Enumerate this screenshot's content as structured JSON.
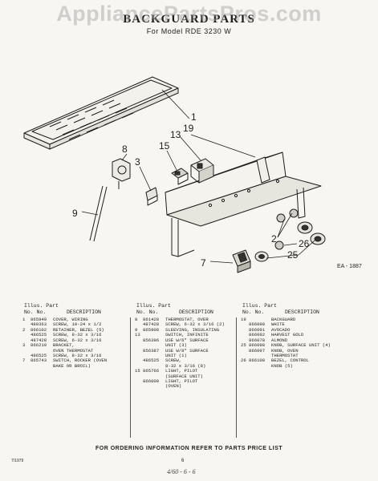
{
  "header": {
    "watermark": "AppliancePartsPros.com",
    "title": "BACKGUARD PARTS",
    "model_line": "For Model RDE 3230 W"
  },
  "diagram": {
    "callouts": [
      "1",
      "19",
      "13",
      "15",
      "8",
      "3",
      "9",
      "2",
      "26",
      "25",
      "7"
    ],
    "drawing_code": "EA - 1887"
  },
  "parts_list": {
    "columns": [
      {
        "header_top": "Illus. Part",
        "header_no": "No.  No.",
        "header_desc": "DESCRIPTION",
        "rows": [
          [
            "1",
            "865949",
            "COVER, WIRING"
          ],
          [
            "",
            "489363",
            "SCREW, 10-24 x 1/2"
          ],
          [
            "2",
            "866102",
            "RETAINER, BEZEL (5)"
          ],
          [
            "",
            "486525",
            "SCREW, 8-32 x 3/16"
          ],
          [
            "",
            "487428",
            "SCREW, 6-32 x 3/16"
          ],
          [
            "3",
            "866219",
            "BRACKET,"
          ],
          [
            "",
            "",
            "OVEN THERMOSTAT"
          ],
          [
            "",
            "486525",
            "SCREW, 8-32 x 3/16"
          ],
          [
            "7",
            "865743",
            "SWITCH, ROCKER (OVEN"
          ],
          [
            "",
            "",
            "BAKE OR BROIL)"
          ]
        ]
      },
      {
        "header_top": "Illus. Part",
        "header_no": "No.  No.",
        "header_desc": "DESCRIPTION",
        "rows": [
          [
            "8",
            "861428",
            "THERMOSTAT, OVER"
          ],
          [
            "",
            "487428",
            "SCREW, 6-32 x 3/16 (2)"
          ],
          [
            "9",
            "865908",
            "SLEEVING, INSULATING"
          ],
          [
            "13",
            "",
            "SWITCH, INFINITE"
          ],
          [
            "",
            "856396",
            "USE W/6\" SURFACE"
          ],
          [
            "",
            "",
            "UNIT (3)"
          ],
          [
            "",
            "856387",
            "USE W/8\" SURFACE"
          ],
          [
            "",
            "",
            "UNIT (1)"
          ],
          [
            "",
            "486525",
            "SCREW,"
          ],
          [
            "",
            "",
            "8-32 x 3/16 (8)"
          ],
          [
            "15",
            "865766",
            "LIGHT, PILOT"
          ],
          [
            "",
            "",
            "(SURFACE UNIT)"
          ],
          [
            "",
            "866000",
            "LIGHT, PILOT"
          ],
          [
            "",
            "",
            "(OVEN)"
          ]
        ]
      },
      {
        "header_top": "Illus. Part",
        "header_no": "No.  No.",
        "header_desc": "DESCRIPTION",
        "rows": [
          [
            "19",
            "",
            "BACKGUARD"
          ],
          [
            "",
            "866090",
            "WHITE"
          ],
          [
            "",
            "866091",
            "AVOCADO"
          ],
          [
            "",
            "866092",
            "HARVEST GOLD"
          ],
          [
            "",
            "866078",
            "ALMOND"
          ],
          [
            "25",
            "866098",
            "KNOB, SURFACE UNIT (4)"
          ],
          [
            "",
            "866097",
            "KNOB, OVEN"
          ],
          [
            "",
            "",
            "THERMOSTAT"
          ],
          [
            "26",
            "866100",
            "BEZEL, CONTROL"
          ],
          [
            "",
            "",
            "KNOB (5)"
          ]
        ]
      }
    ]
  },
  "footer": {
    "ordering": "FOR ORDERING INFORMATION REFER TO PARTS PRICE LIST",
    "date": "7/1979",
    "page": "6",
    "handwritten": "4/60 - 6 - 6"
  }
}
